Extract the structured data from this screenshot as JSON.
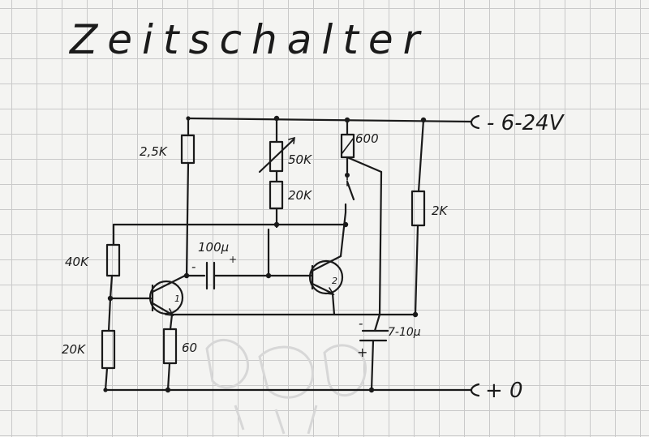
{
  "title": "Zeitschalter",
  "supply": {
    "negative": "- 6-24V",
    "positive": "+ 0"
  },
  "components": {
    "r_top_left": "2,5K",
    "pot": "50K",
    "r_series": "20K",
    "relay": "600",
    "r_right": "2K",
    "r_base_top": "40K",
    "r_base_bottom": "20K",
    "capacitor_coupling": "100µ",
    "cap_minus": "-",
    "cap_plus": "+",
    "r_emitter": "60",
    "transistor_1": "1",
    "transistor_2": "2",
    "capacitor_timing": "7-10µ",
    "timing_plus": "+"
  }
}
